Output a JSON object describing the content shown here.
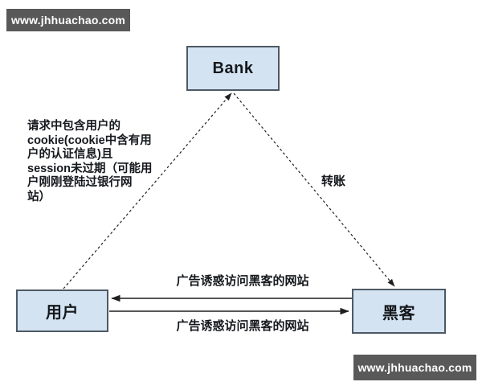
{
  "watermarks": {
    "top_left": "www.jhhuachao.com",
    "bottom_right": "www.jhhuachao.com"
  },
  "nodes": {
    "bank": "Bank",
    "user": "用户",
    "hacker": "黑客"
  },
  "labels": {
    "note": "请求中包含用户的\ncookie(cookie中含有用\n户的认证信息)且\nsession未过期（可能用\n户刚刚登陆过银行网\n站）",
    "transfer": "转账",
    "ad_top": "广告诱惑访问黑客的网站",
    "ad_bottom": "广告诱惑访问黑客的网站"
  },
  "edges": [
    {
      "name": "user-to-bank",
      "style": "dashed",
      "from": "user",
      "to": "bank"
    },
    {
      "name": "bank-to-hacker",
      "style": "dashed",
      "from": "bank",
      "to": "hacker",
      "label": "转账"
    },
    {
      "name": "hacker-to-user",
      "style": "solid",
      "from": "hacker",
      "to": "user",
      "label": "广告诱惑访问黑客的网站"
    },
    {
      "name": "user-to-hacker",
      "style": "solid",
      "from": "user",
      "to": "hacker",
      "label": "广告诱惑访问黑客的网站"
    }
  ],
  "colors": {
    "background": "#ffffff",
    "node_fill": "#d3e3f1",
    "node_border": "#4d5964",
    "watermark_bg": "#595959",
    "watermark_text": "#ffffff",
    "line": "#1f1f1f"
  }
}
